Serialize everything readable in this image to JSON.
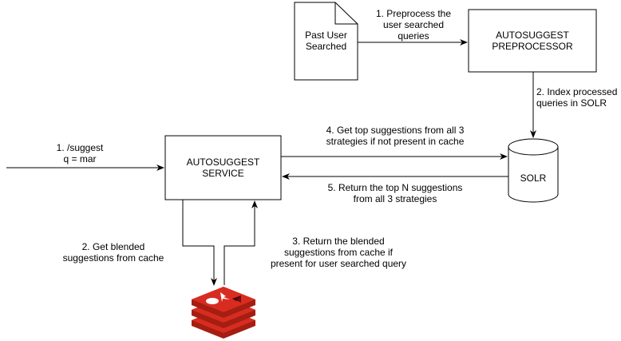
{
  "document": {
    "label": "Past User\nSearched"
  },
  "preprocessor": {
    "label": "AUTOSUGGEST\nPREPROCESSOR"
  },
  "service": {
    "label": "AUTOSUGGEST\nSERVICE"
  },
  "solr": {
    "label": "SOLR"
  },
  "edges": {
    "preprocess": "1. Preprocess the\nuser searched\nqueries",
    "index": "2. Index processed\nqueries in SOLR",
    "suggest": "1. /suggest\nq = mar",
    "get_top": "4. Get top suggestions from all 3\nstrategies if not present in cache",
    "return_top": "5. Return the top N suggestions\nfrom all 3 strategies",
    "get_blended": "2. Get blended\nsuggestions from cache",
    "return_blended": "3. Return the blended\nsuggestions from cache if\npresent for user searched query"
  },
  "colors": {
    "cache_icon": "#d82c20",
    "cache_icon_dark": "#a41e11",
    "line": "#000000"
  },
  "icons": {
    "cache": "redis-icon"
  }
}
